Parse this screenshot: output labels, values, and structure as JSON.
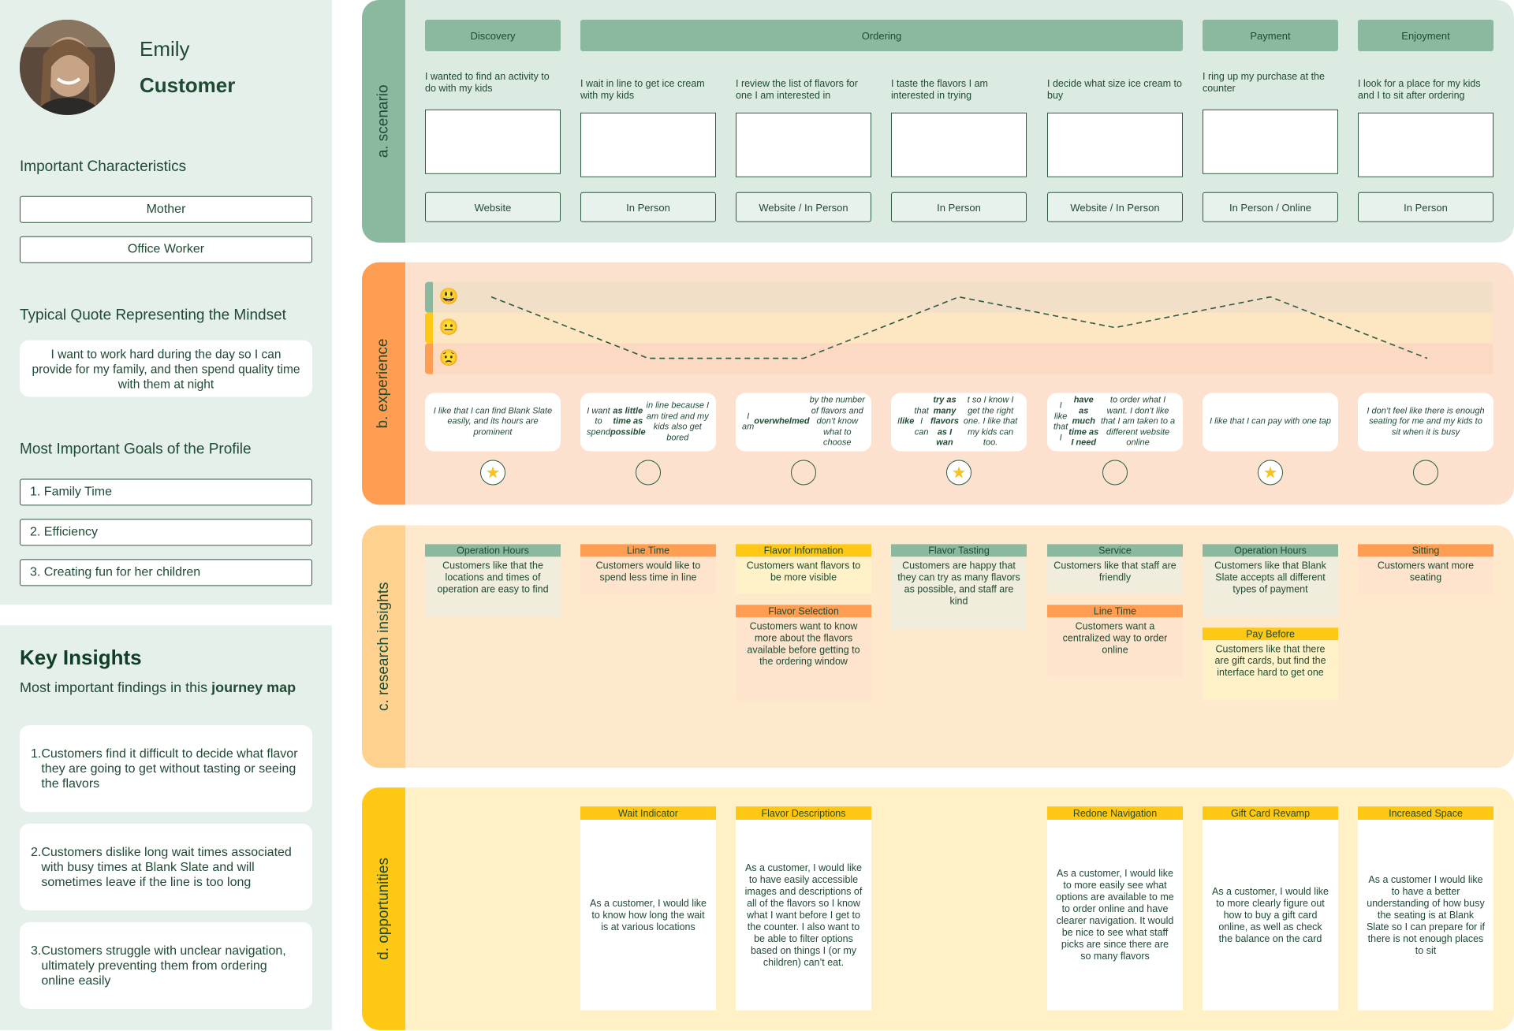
{
  "persona": {
    "name": "Emily",
    "role": "Customer",
    "characteristics_title": "Important Characteristics",
    "characteristics": [
      "Mother",
      "Office Worker"
    ],
    "quote_title": "Typical Quote Representing the Mindset",
    "quote": "I want to work hard during the day so I can provide for my family, and then spend quality time with them at night",
    "goals_title": "Most Important Goals of the Profile",
    "goals": [
      "1. Family Time",
      "2. Efficiency",
      "3. Creating fun for her children"
    ]
  },
  "key_insights": {
    "title": "Key Insights",
    "subtitle_prefix": "Most important findings in this ",
    "subtitle_bold": "journey map",
    "items": [
      {
        "num": "1.",
        "text": "Customers find it difficult to decide what flavor they are going to get without tasting or seeing the flavors"
      },
      {
        "num": "2.",
        "text": "Customers dislike long wait times associated with busy times at Blank Slate and will sometimes leave if the line is too long"
      },
      {
        "num": "3.",
        "text": "Customers struggle with unclear navigation, ultimately preventing them from ordering online easily"
      }
    ]
  },
  "lanes": {
    "a": "a. scenario",
    "b": "b. experience",
    "c": "c. research insights",
    "d": "d. opportunities"
  },
  "stages": [
    "Discovery",
    "Ordering",
    "Payment",
    "Enjoyment"
  ],
  "steps": [
    {
      "scenario": "I wanted to find an activity to do with my kids",
      "channel": "Website",
      "quote_html": "I like that I can find Blank Slate easily, and its hours are prominent",
      "rating": "star"
    },
    {
      "scenario": "I wait in line to get ice cream with my kids",
      "channel": "In Person",
      "quote_html": "I want to spend <b>as little time as possible</b> in line because I am tired and my kids also get bored",
      "rating": "empty"
    },
    {
      "scenario": "I review the list of flavors for one I am interested in",
      "channel": "Website / In Person",
      "quote_html": "I am <b>overwhelmed</b> by the number of flavors and don’t know what to choose",
      "rating": "empty"
    },
    {
      "scenario": "I taste the flavors I am interested in trying",
      "channel": "In Person",
      "quote_html": "I <b>like</b> that I can <b>try as many flavors as I wan</b>t so I know I get the right one. I like that my kids can too.",
      "rating": "star"
    },
    {
      "scenario": "I decide what size ice cream to buy",
      "channel": "Website / In Person",
      "quote_html": "I like that I <b>have as much time as I need</b> to order what I want. I don’t like that I am taken to a different website online",
      "rating": "empty"
    },
    {
      "scenario": "I ring up my purchase at the counter",
      "channel": "In Person / Online",
      "quote_html": "I like that I can pay with one tap",
      "rating": "star"
    },
    {
      "scenario": "I look for a place for my kids and I to sit after ordering",
      "channel": "In Person",
      "quote_html": "I don’t feel like there is enough seating for me and my kids to sit when it is busy",
      "rating": "empty"
    }
  ],
  "emotion_levels": {
    "happy": "😃",
    "neutral": "😐",
    "sad": "😟"
  },
  "chart_data": {
    "type": "line",
    "x": [
      1,
      2,
      3,
      4,
      5,
      6,
      7
    ],
    "values": [
      3,
      1,
      1,
      3,
      2,
      3,
      1
    ],
    "ylim": [
      1,
      3
    ]
  },
  "insights": [
    [
      {
        "head": "Operation Hours",
        "color": "#8ab9a0",
        "body": "Customers like that the locations and times of operation are easy to find"
      }
    ],
    [
      {
        "head": "Line Time",
        "color": "#ff9e52",
        "body": "Customers would like to spend less time in line"
      }
    ],
    [
      {
        "head": "Flavor Information",
        "color": "#ffc815",
        "body": "Customers want flavors to be more visible"
      },
      {
        "head": "Flavor Selection",
        "color": "#ff9e52",
        "body": "Customers want to know more about the flavors available before getting to the ordering window"
      }
    ],
    [
      {
        "head": "Flavor Tasting",
        "color": "#8ab9a0",
        "body": "Customers are happy that they can try as many flavors as possible, and staff are kind"
      }
    ],
    [
      {
        "head": "Service",
        "color": "#8ab9a0",
        "body": "Customers like that staff are friendly"
      },
      {
        "head": "Line Time",
        "color": "#ff9e52",
        "body": "Customers want a centralized way to order online"
      }
    ],
    [
      {
        "head": "Operation Hours",
        "color": "#8ab9a0",
        "body": "Customers like that Blank Slate accepts all different types of payment"
      },
      {
        "head": "Pay Before",
        "color": "#ffc815",
        "body": "Customers like that there are gift cards, but find the interface hard to get one"
      }
    ],
    [
      {
        "head": "Sitting",
        "color": "#ff9e52",
        "body": "Customers want more seating"
      }
    ]
  ],
  "opportunities": [
    null,
    {
      "head": "Wait Indicator",
      "body": "As a customer, I would like to know how long the wait is at various locations"
    },
    {
      "head": "Flavor Descriptions",
      "body": "As a customer, I would like to have easily accessible images and descriptions of all of the flavors so I know what I want before I get to the counter. I also want to be able to filter options based on things I (or my children) can’t eat."
    },
    null,
    {
      "head": "Redone Navigation",
      "body": "As a customer, I would like to more easily see what options are available to me to order online and have clearer navigation. It would be nice to see what staff picks are since there are so many flavors"
    },
    {
      "head": "Gift Card Revamp",
      "body": "As a customer, I would like to more clearly figure out how to buy a gift card online, as well as check the balance on the card"
    },
    {
      "head": "Increased Space",
      "body": "As a customer I would like to have a better understanding of how busy the seating is at Blank Slate so I can prepare for if there is not enough places to sit"
    }
  ],
  "colors": {
    "green": "#8ab9a0",
    "orange": "#ff9e52",
    "peach": "#ffd18f",
    "yellow": "#ffc815",
    "dark_green": "#1f4a33"
  }
}
